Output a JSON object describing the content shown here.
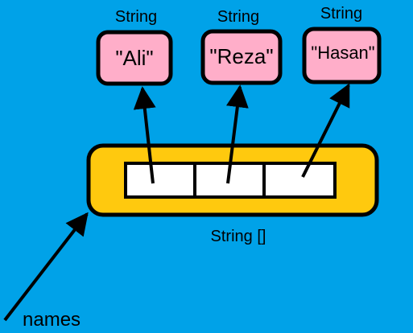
{
  "strings": [
    {
      "type_label": "String",
      "value": "\"Ali\""
    },
    {
      "type_label": "String",
      "value": "\"Reza\""
    },
    {
      "type_label": "String",
      "value": "\"Hasan\""
    }
  ],
  "array": {
    "type_label": "String []",
    "cell_count": 3
  },
  "variable": {
    "name": "names"
  },
  "colors": {
    "background": "#00a2e8",
    "string_box": "#ffaec9",
    "array_container": "#ffc90e",
    "array_cell": "#ffffff",
    "stroke": "#000000"
  }
}
